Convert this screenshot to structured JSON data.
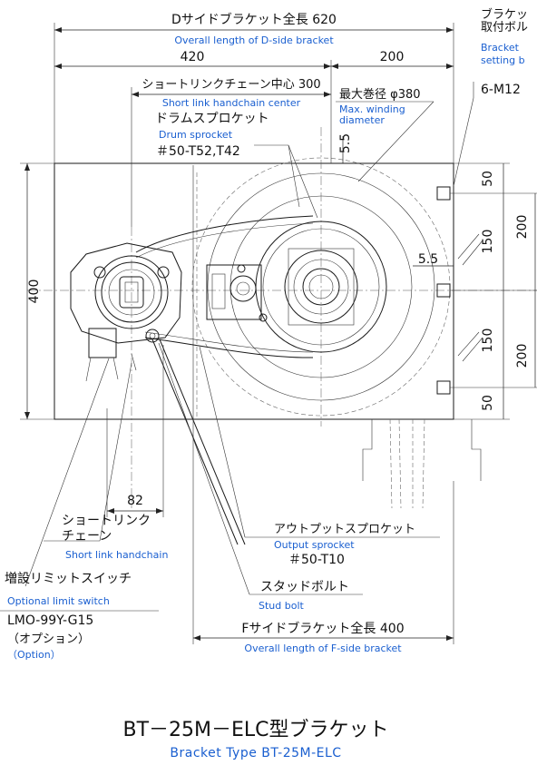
{
  "dimensions": {
    "d_side_overall_jp": "Dサイドブラケット全長 620",
    "d_side_overall_en": "Overall length of D-side bracket",
    "d_left": "420",
    "d_right": "200",
    "short_link_center_jp": "ショートリンクチェーン中心 300",
    "short_link_center_en": "Short link handchain center",
    "height": "400",
    "top_gap": "5.5",
    "side_gap": "5.5",
    "bolt_pitch_top": "50",
    "bolt_pitch_a": "150",
    "bolt_pitch_b": "150",
    "bolt_pitch_bottom": "50",
    "bolt_span_upper": "200",
    "bolt_span_lower": "200",
    "chain_offset": "82",
    "f_side_overall_jp": "Fサイドブラケット全長 400",
    "f_side_overall_en": "Overall length of F-side bracket"
  },
  "labels": {
    "bracket_bolt_jp_1": "ブラケッ",
    "bracket_bolt_jp_2": "取付ボル",
    "bracket_bolt_en_1": "Bracket",
    "bracket_bolt_en_2": "setting b",
    "bracket_bolt_spec": "6-M12",
    "max_winding_jp": "最大巻径 φ380",
    "max_winding_en_1": "Max. winding",
    "max_winding_en_2": "diameter",
    "drum_sprocket_jp": "ドラムスプロケット",
    "drum_sprocket_en": "Drum sprocket",
    "drum_sprocket_spec": "＃50-T52,T42",
    "short_link_jp_1": "ショートリンク",
    "short_link_jp_2": "チェーン",
    "short_link_en": "Short link handchain",
    "output_sprocket_jp": "アウトプットスプロケット",
    "output_sprocket_en": "Output sprocket",
    "output_sprocket_spec": "＃50-T10",
    "stud_bolt_jp": "スタッドボルト",
    "stud_bolt_en": "Stud bolt",
    "limit_switch_jp": "増設リミットスイッチ",
    "limit_switch_en": "Optional limit switch",
    "limit_switch_model": "LMO-99Y-G15",
    "option_jp": "（オプション）",
    "option_en": "（Option）"
  },
  "title": {
    "jp": "BT－25M－ELC型ブラケット",
    "en": "Bracket Type BT-25M-ELC"
  }
}
